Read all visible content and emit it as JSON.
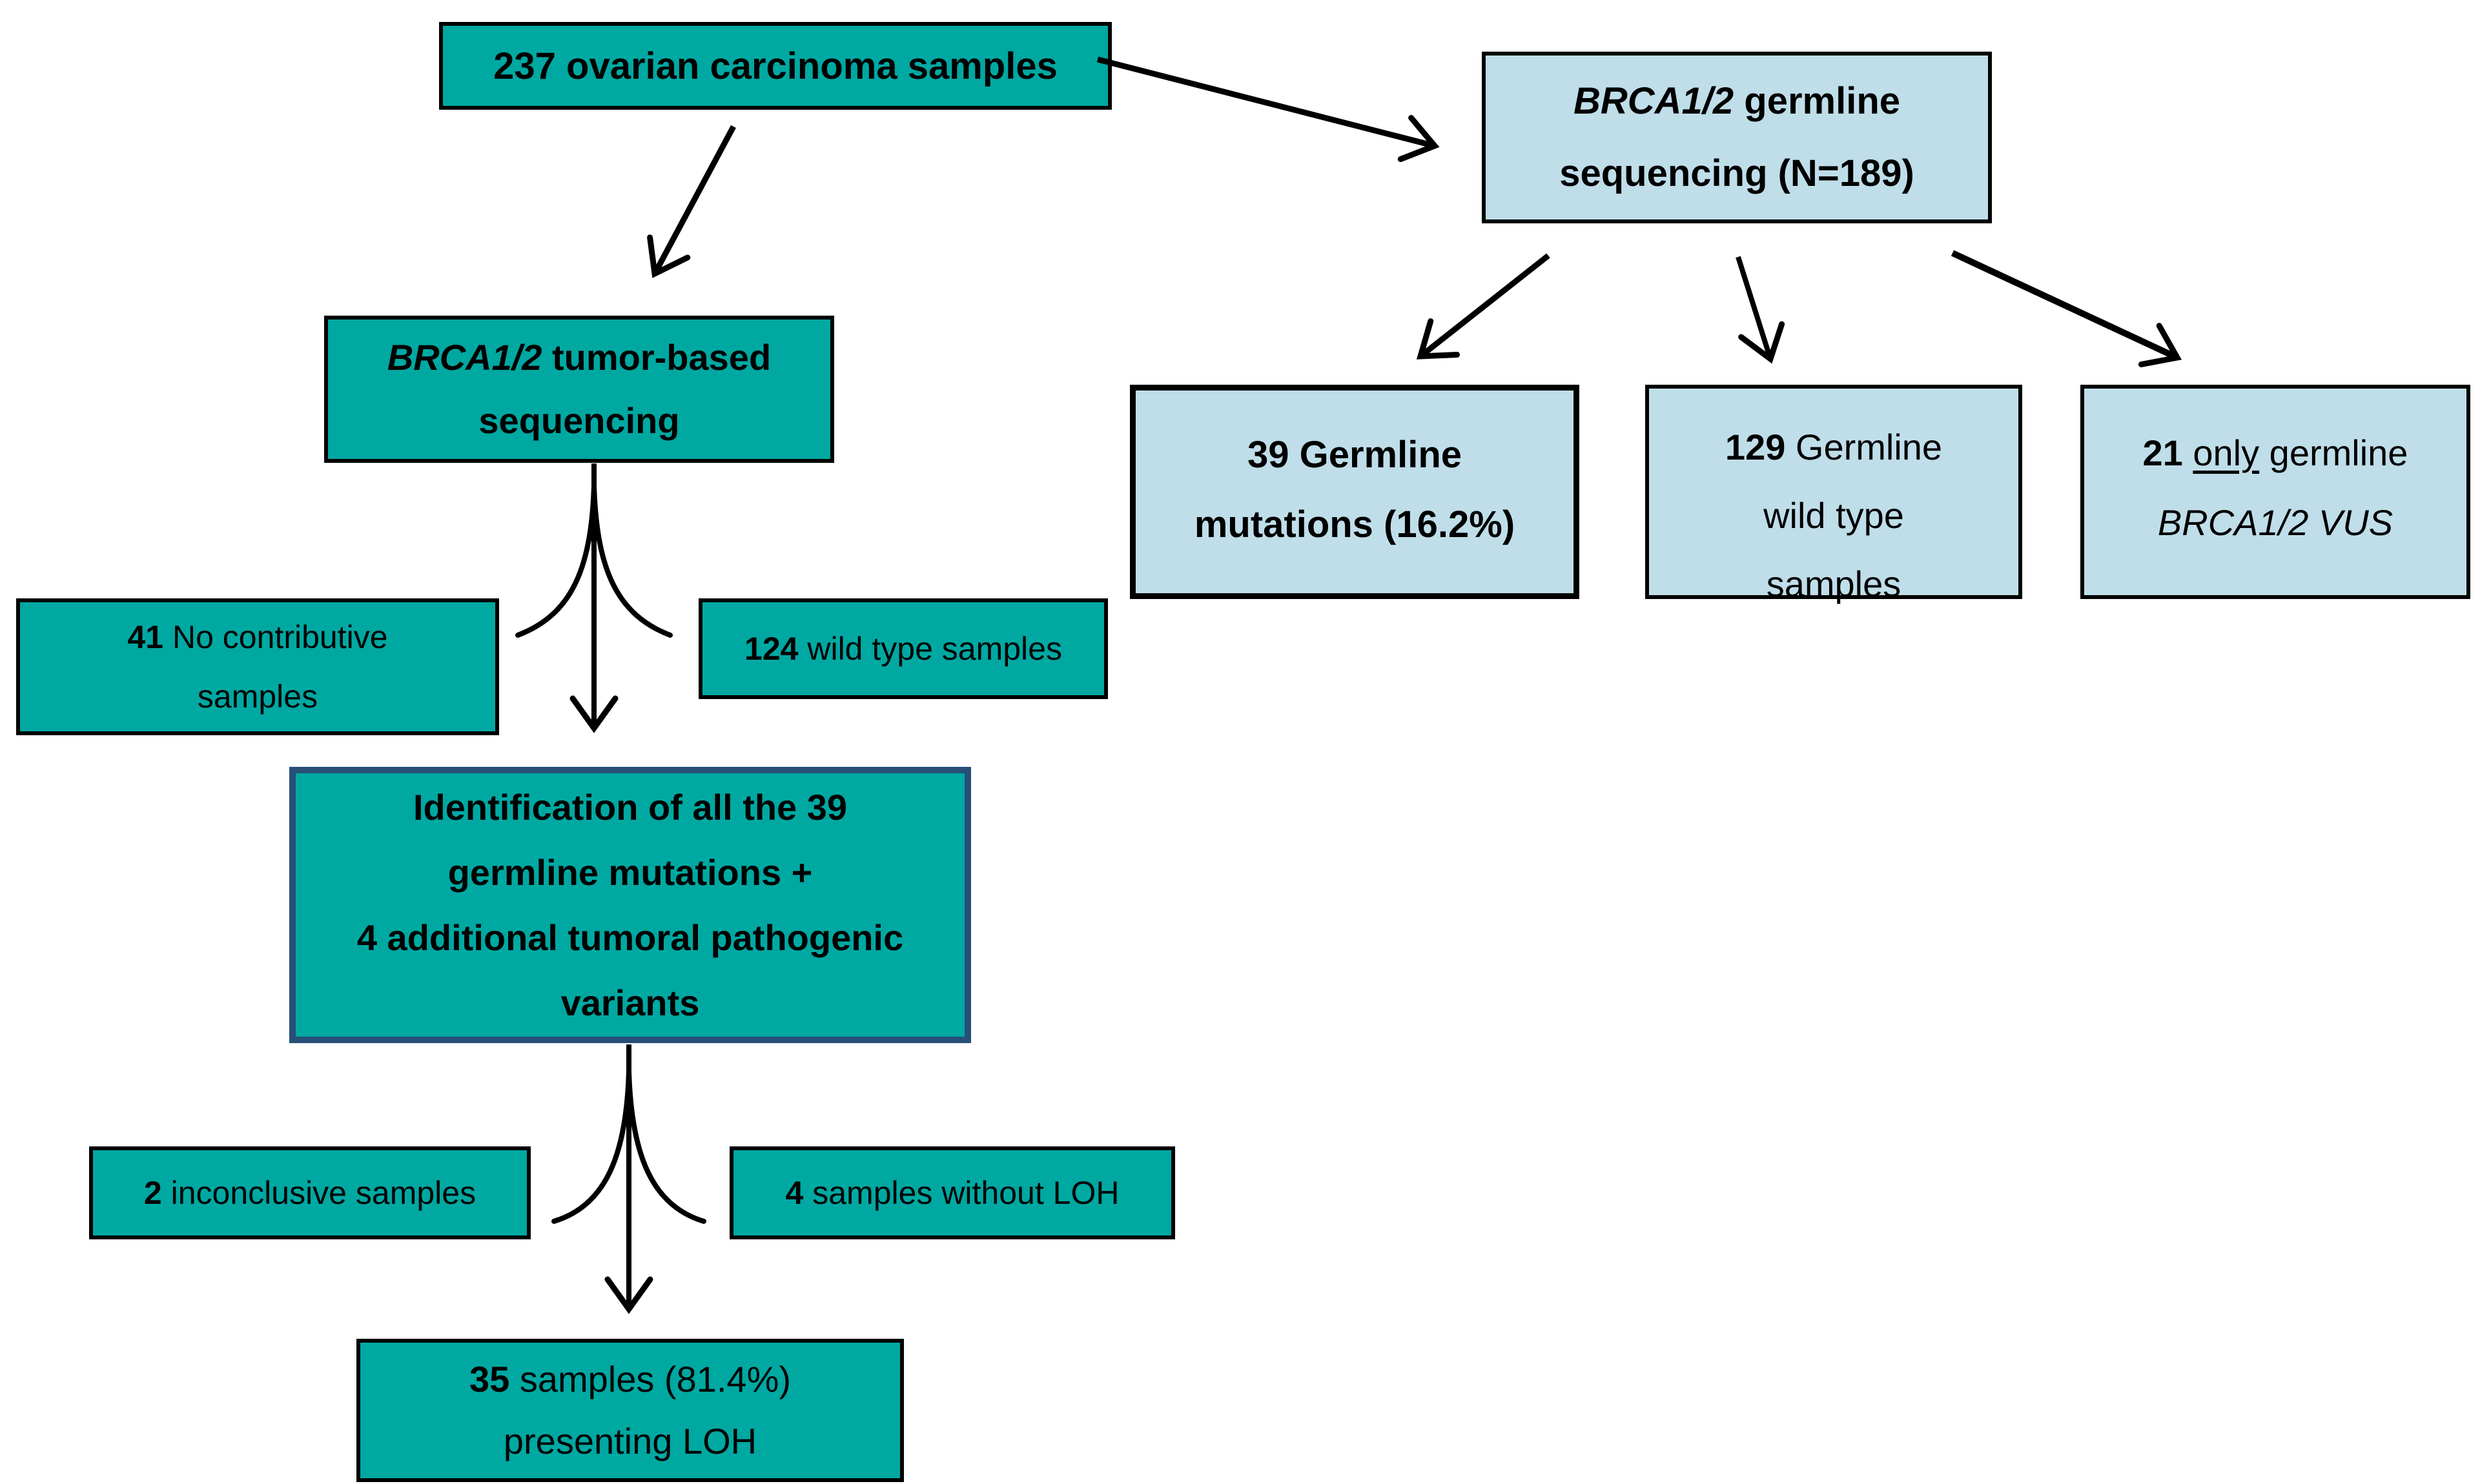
{
  "figure": {
    "description": "BRCA1/2 tumor-based and germline sequencing flowchart of ovarian carcinoma samples"
  },
  "colors": {
    "teal_box": "#00A8A2",
    "light_blue_box": "#BFDEE9",
    "navy_border": "#274F78",
    "black": "#000000",
    "background": "#FFFFFF"
  },
  "boxes": {
    "total_samples": {
      "text": "237 ovarian carcinoma samples"
    },
    "germline_sequencing": {
      "gene": "BRCA1/2",
      "line1_rest": " germline",
      "line2": "sequencing (N=189)"
    },
    "tumor_sequencing": {
      "gene": "BRCA1/2",
      "line1_rest": " tumor-based",
      "line2": "sequencing"
    },
    "no_contributive": {
      "num": "41",
      "line1_rest": " No contributive",
      "line2": "samples"
    },
    "wild_type_124": {
      "num": "124",
      "rest": " wild type samples"
    },
    "identification": {
      "line1": "Identification of all the 39",
      "line2": "germline mutations +",
      "line3": "4 additional tumoral pathogenic",
      "line4": "variants"
    },
    "inconclusive": {
      "num": "2",
      "rest": " inconclusive samples"
    },
    "without_loh": {
      "num": "4",
      "rest": " samples without LOH"
    },
    "presenting_loh": {
      "num": "35",
      "line1_rest": " samples (81.4%)",
      "line2": "presenting LOH"
    },
    "germline_mutations": {
      "line1": "39 Germline",
      "line2": "mutations (16.2%)"
    },
    "germline_wild_type": {
      "num": "129",
      "line1_rest": " Germline",
      "line2": "wild type",
      "line3": "samples"
    },
    "only_germline_vus": {
      "num": "21",
      "space1": " ",
      "only_word": "only",
      "line1_rest": " germline",
      "line2_italic": "BRCA1/2 VUS"
    }
  }
}
